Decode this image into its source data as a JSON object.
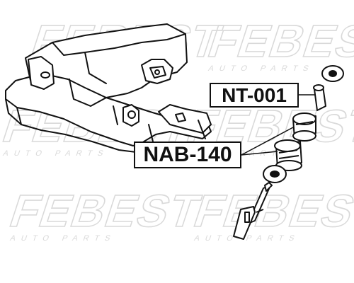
{
  "watermark": {
    "brand": "FEBEST",
    "tagline": "AUTO PARTS",
    "color": "#d9d9d9"
  },
  "parts": {
    "upper_label": "NT-001",
    "lower_label": "NAB-140"
  },
  "colors": {
    "line": "#111111",
    "background": "#ffffff"
  }
}
